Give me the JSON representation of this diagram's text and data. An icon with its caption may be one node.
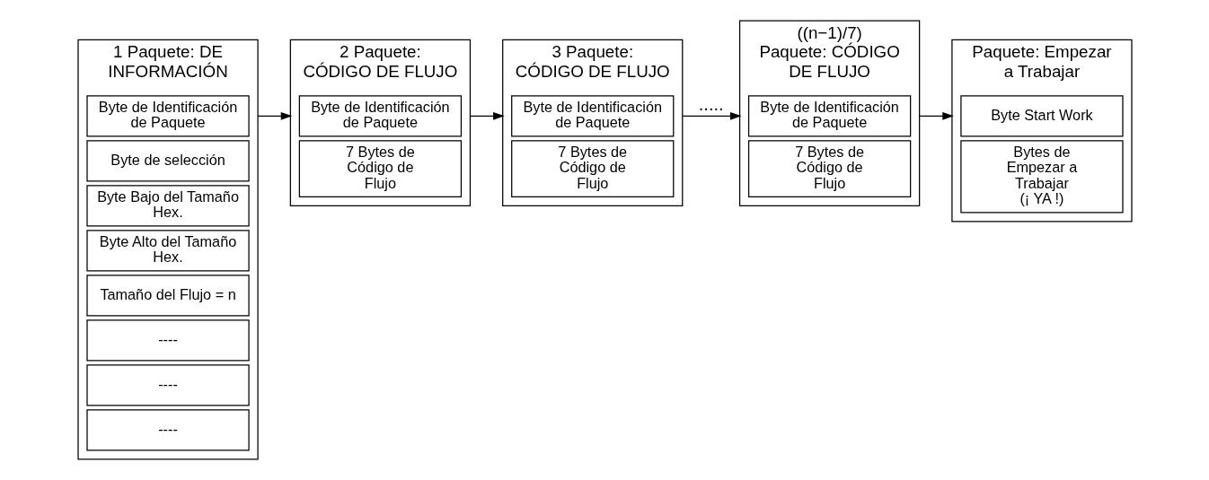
{
  "diagram": {
    "nodes": [
      {
        "text": [
          "1 Paquete: DE INFORMACIÓN"
        ]
      },
      {
        "text": [
          "Byte de Identificación de Paquete"
        ],
        "in": 0
      },
      {
        "text": [
          "Byte de selección"
        ],
        "in": 0
      },
      {
        "text": [
          "Byte Bajo del Tamaño Hex."
        ],
        "in": 0
      },
      {
        "text": [
          "Byte Alto del Tamaño Hex."
        ],
        "in": 0
      },
      {
        "text": [
          "Tamaño del Flujo = n"
        ],
        "in": 0
      },
      {
        "text": [
          "----"
        ],
        "in": 0
      },
      {
        "text": [
          "----"
        ],
        "in": 0
      },
      {
        "text": [
          "----"
        ],
        "in": 0
      },
      {
        "text": [
          "2 Paquete: CÓDIGO DE FLUJO"
        ]
      },
      {
        "text": [
          "Byte de Identificación de Paquete"
        ],
        "in": 9
      },
      {
        "text": [
          "7 Bytes de Código de Flujo"
        ],
        "in": 9
      },
      {
        "text": [
          "3 Paquete: CÓDIGO DE FLUJO"
        ]
      },
      {
        "text": [
          "Byte de Identificación de Paquete"
        ],
        "in": 12
      },
      {
        "text": [
          "7 Bytes de Código de Flujo"
        ],
        "in": 12
      },
      {
        "text": [
          "((n−1)/7) Paquete: CÓDIGO DE FLUJO"
        ]
      },
      {
        "text": [
          "Byte de Identificación de Paquete"
        ],
        "in": 15
      },
      {
        "text": [
          "7 Bytes de Código de Flujo"
        ],
        "in": 15
      },
      {
        "text": [
          "Paquete: Empezar a Trabajar"
        ]
      },
      {
        "text": [
          "Byte Start Work"
        ],
        "in": 18
      },
      {
        "text": [
          "Bytes de Empezar a Trabajar (¡ YA !)"
        ],
        "in": 18
      }
    ],
    "edges": [
      {
        "from": 0,
        "to": 9,
        "arrow": "to"
      },
      {
        "from": 9,
        "to": 12,
        "arrow": "to"
      },
      {
        "from": 12,
        "to": 15,
        "arrow": "to",
        "label": "....."
      },
      {
        "from": 15,
        "to": 18,
        "arrow": "to"
      }
    ]
  }
}
